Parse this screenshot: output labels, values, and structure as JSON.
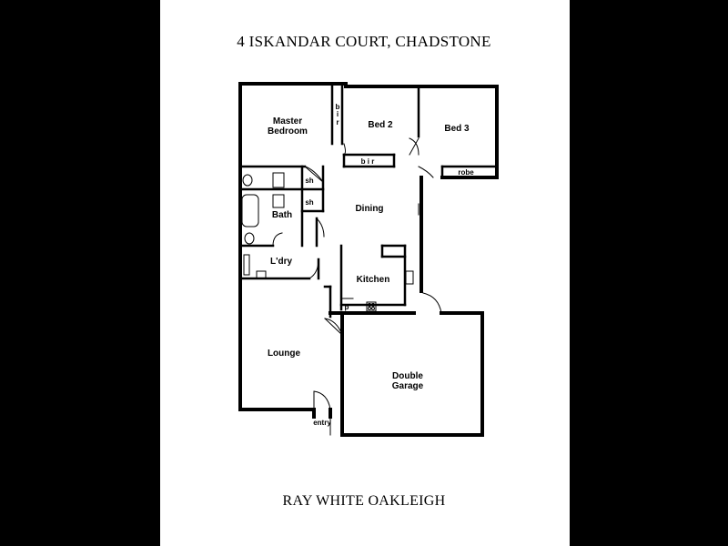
{
  "header": {
    "address": "4 ISKANDAR COURT, CHADSTONE"
  },
  "footer": {
    "agency": "RAY WHITE OAKLEIGH"
  },
  "plan": {
    "master_bedroom_line1": "Master",
    "master_bedroom_line2": "Bedroom",
    "bir_vertical_1": "b",
    "bir_vertical_2": "i",
    "bir_vertical_3": "r",
    "bed2": "Bed 2",
    "bir_horizontal": "b i r",
    "bed3": "Bed 3",
    "robe": "robe",
    "sh_upper": "sh",
    "sh_lower": "sh",
    "bath": "Bath",
    "dining": "Dining",
    "laundry": "L'dry",
    "kitchen": "Kitchen",
    "pantry": "p",
    "lounge": "Lounge",
    "garage_line1": "Double",
    "garage_line2": "Garage",
    "entry": "entry"
  }
}
